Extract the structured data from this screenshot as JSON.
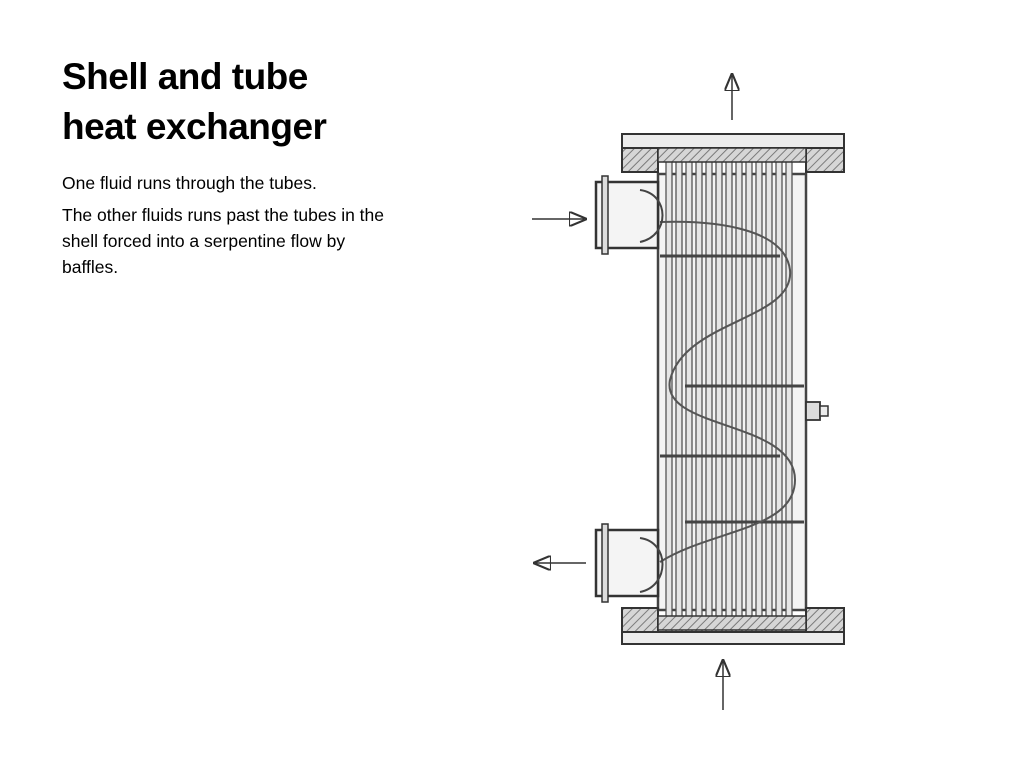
{
  "slide": {
    "title_line1": "Shell and tube",
    "title_line2": "heat exchanger",
    "bullets": [
      "One fluid runs through the tubes.",
      "The other fluids runs past the tubes in the shell forced into a serpentine flow by baffles."
    ]
  },
  "diagram": {
    "subject": "shell-and-tube-heat-exchanger",
    "tube_count": 13,
    "baffle_count": 4,
    "flow_arrows": [
      "shell-inlet",
      "shell-outlet",
      "tube-inlet",
      "tube-outlet"
    ]
  }
}
